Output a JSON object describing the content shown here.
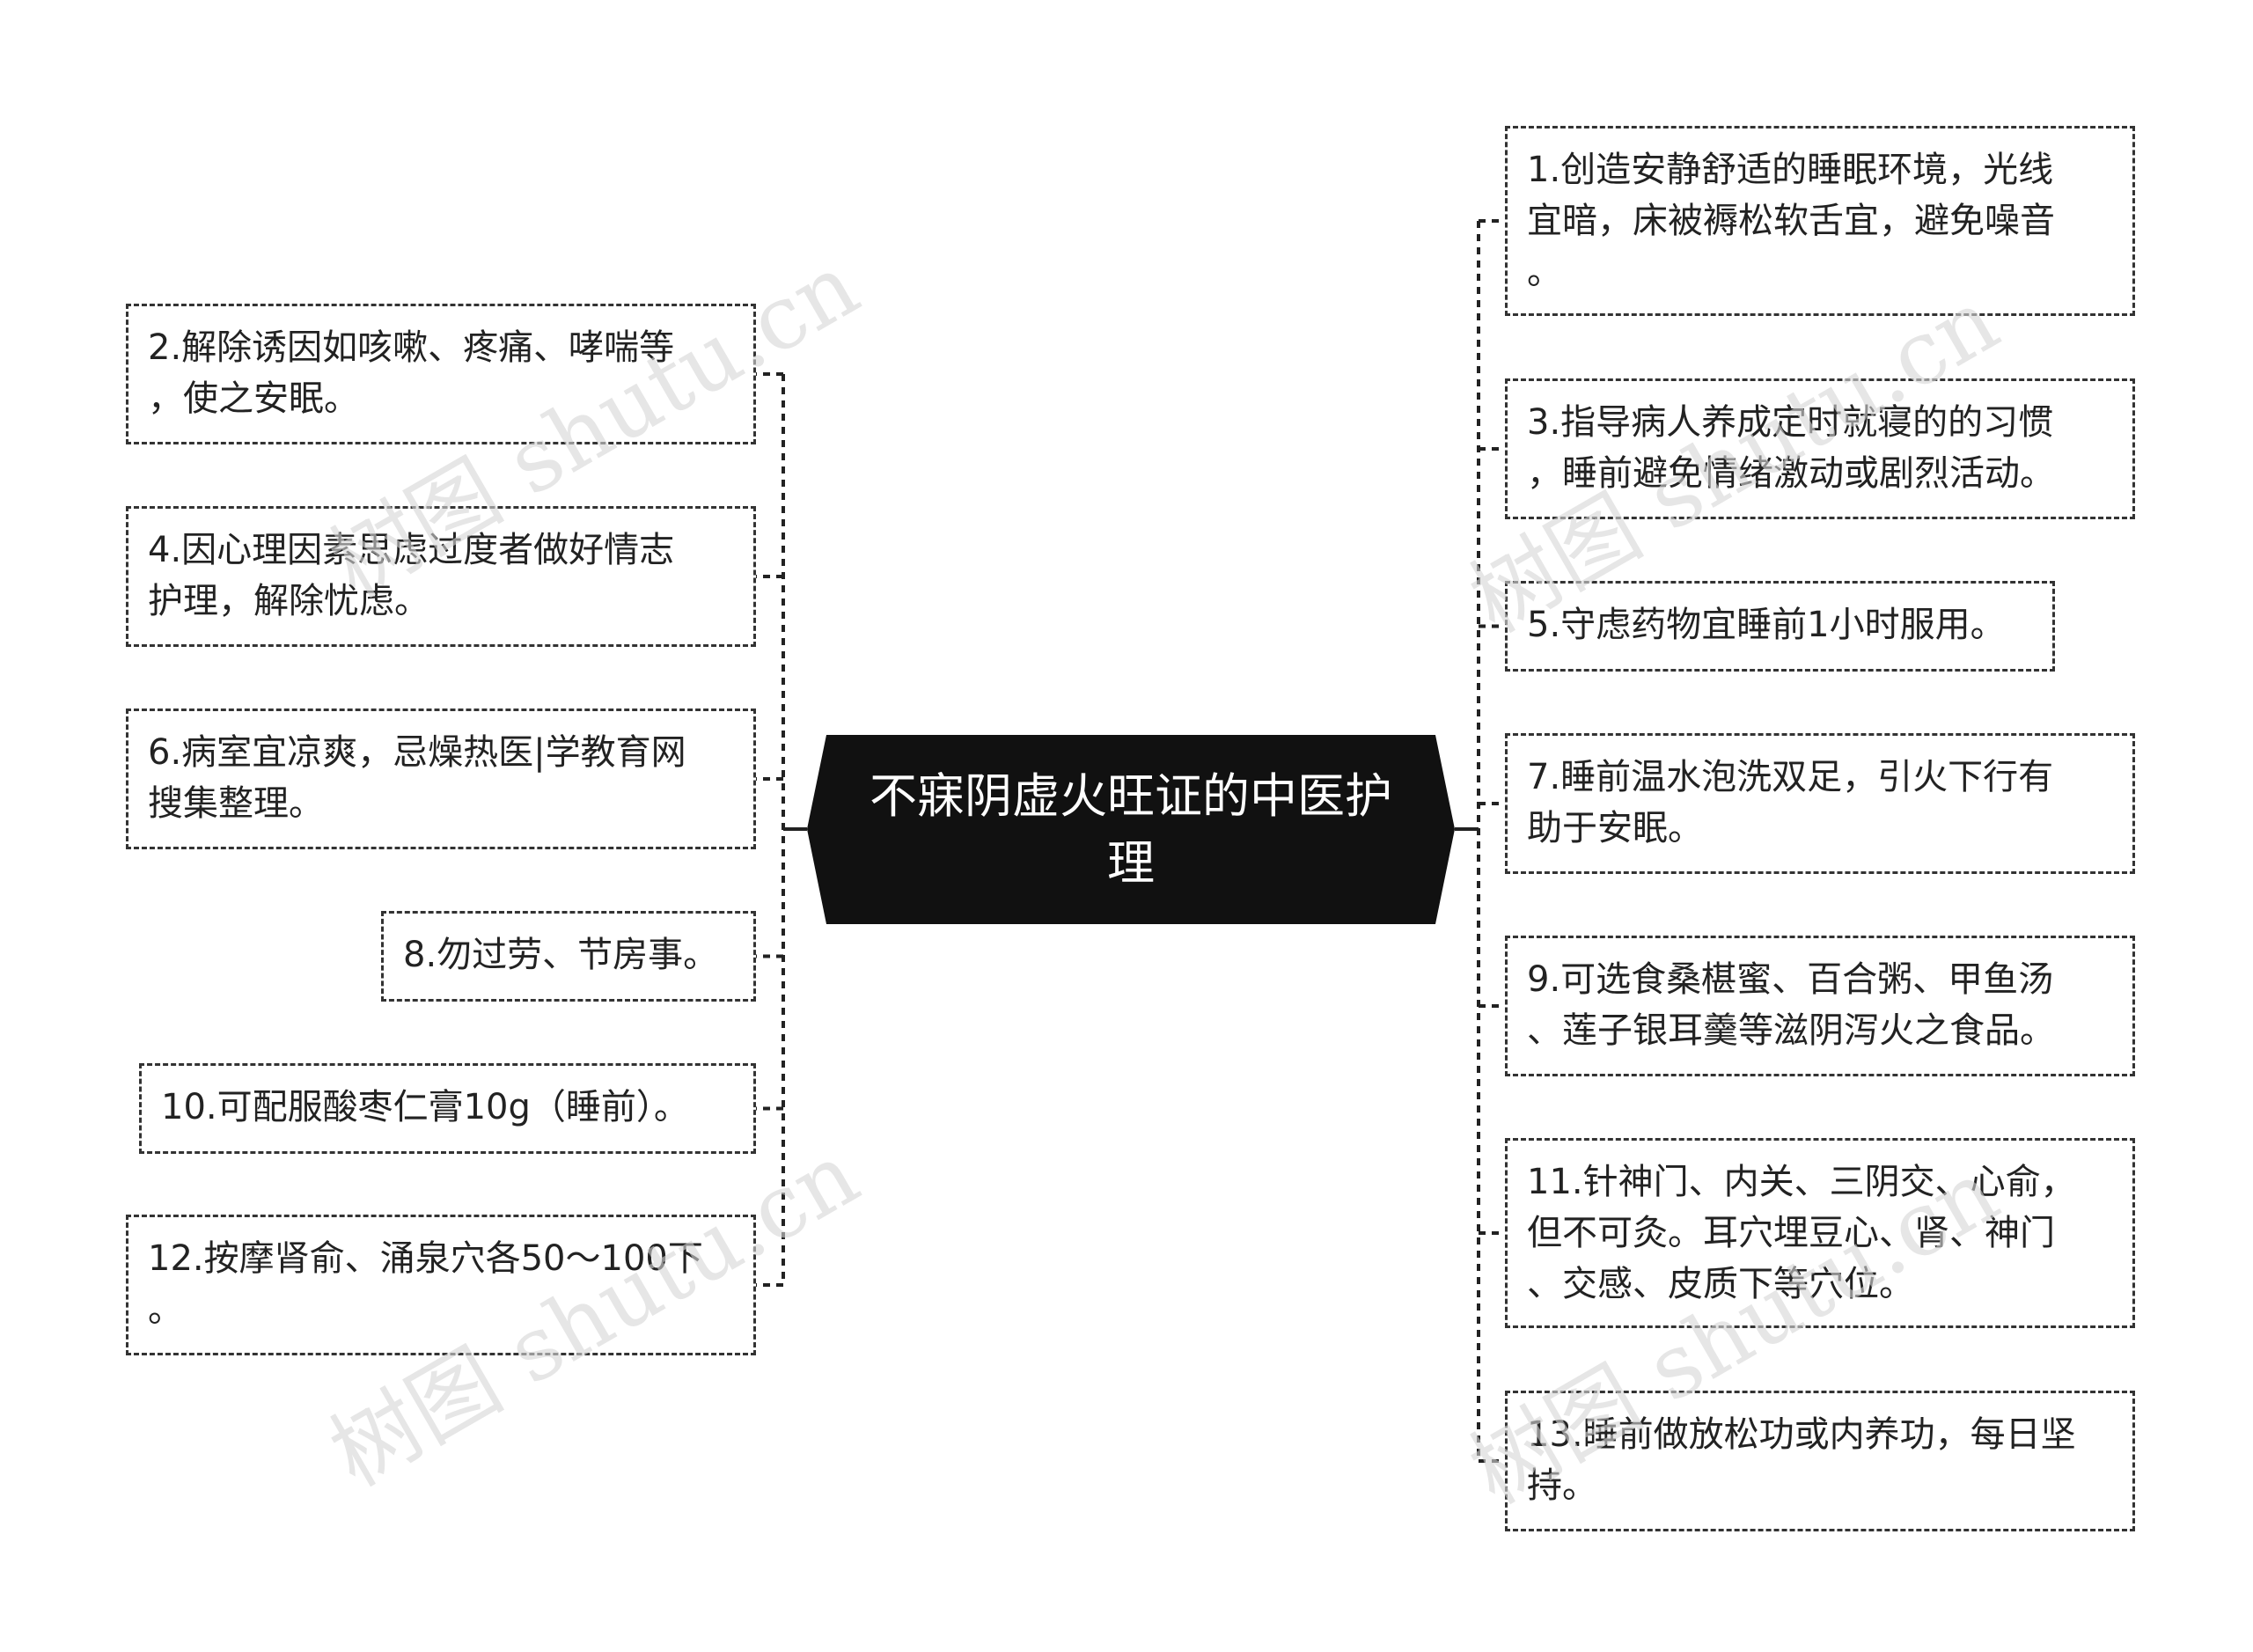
{
  "root": {
    "label": "不寐阴虚火旺证的中医护理"
  },
  "left_nodes": [
    {
      "id": "n2",
      "text": "2.解除诱因如咳嗽、疼痛、哮喘等\n，使之安眠。"
    },
    {
      "id": "n4",
      "text": "4.因心理因素思虑过度者做好情志\n护理，解除忧虑。"
    },
    {
      "id": "n6",
      "text": "6.病室宜凉爽，忌燥热医|学教育网\n搜集整理。"
    },
    {
      "id": "n8",
      "text": "8.勿过劳、节房事。"
    },
    {
      "id": "n10",
      "text": "10.可配服酸枣仁膏10g（睡前）。"
    },
    {
      "id": "n12",
      "text": "12.按摩肾俞、涌泉穴各50～100下\n。"
    }
  ],
  "right_nodes": [
    {
      "id": "n1",
      "text": "1.创造安静舒适的睡眠环境，光线\n宜暗，床被褥松软舌宜，避免噪音\n。"
    },
    {
      "id": "n3",
      "text": "3.指导病人养成定时就寝的的习惯\n，睡前避免情绪激动或剧烈活动。"
    },
    {
      "id": "n5",
      "text": "5.守虑药物宜睡前1小时服用。"
    },
    {
      "id": "n7",
      "text": "7.睡前温水泡洗双足，引火下行有\n助于安眠。"
    },
    {
      "id": "n9",
      "text": "9.可选食桑椹蜜、百合粥、甲鱼汤\n、莲子银耳羹等滋阴泻火之食品。"
    },
    {
      "id": "n11",
      "text": "11.针神门、内关、三阴交、心俞，\n但不可灸。耳穴埋豆心、肾、神门\n、交感、皮质下等穴位。"
    },
    {
      "id": "n13",
      "text": "13.睡前做放松功或内养功，每日坚\n持。"
    }
  ],
  "watermark": "树图 shutu.cn",
  "colors": {
    "root_fill": "#111111",
    "root_text": "#ffffff",
    "line": "#222222",
    "border": "#333333"
  }
}
